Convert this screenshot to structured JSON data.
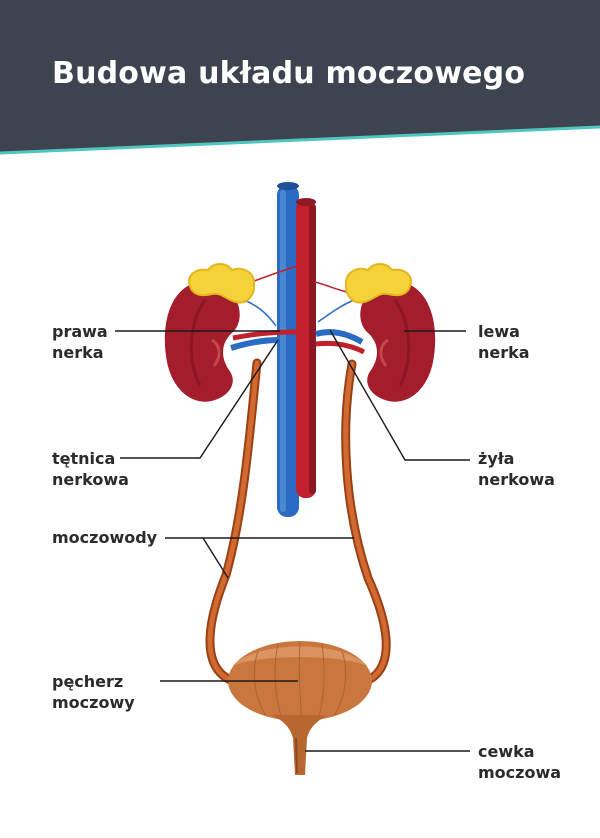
{
  "title": "Budowa układu moczowego",
  "labels": {
    "right_kidney": [
      "prawa",
      "nerka"
    ],
    "left_kidney": [
      "lewa",
      "nerka"
    ],
    "renal_artery": [
      "tętnica",
      "nerkowa"
    ],
    "renal_vein": [
      "żyła",
      "nerkowa"
    ],
    "ureters": [
      "moczowody"
    ],
    "bladder": [
      "pęcherz",
      "moczowy"
    ],
    "urethra": [
      "cewka",
      "moczowa"
    ]
  },
  "colors": {
    "header": "#3d4450",
    "accent": "#4fc5bf",
    "kidney": "#a31d2c",
    "adrenal": "#f6d23a",
    "vein": "#2a6cc4",
    "artery": "#c2202c",
    "ureter": "#c55a24",
    "bladder": "#c9773f"
  }
}
